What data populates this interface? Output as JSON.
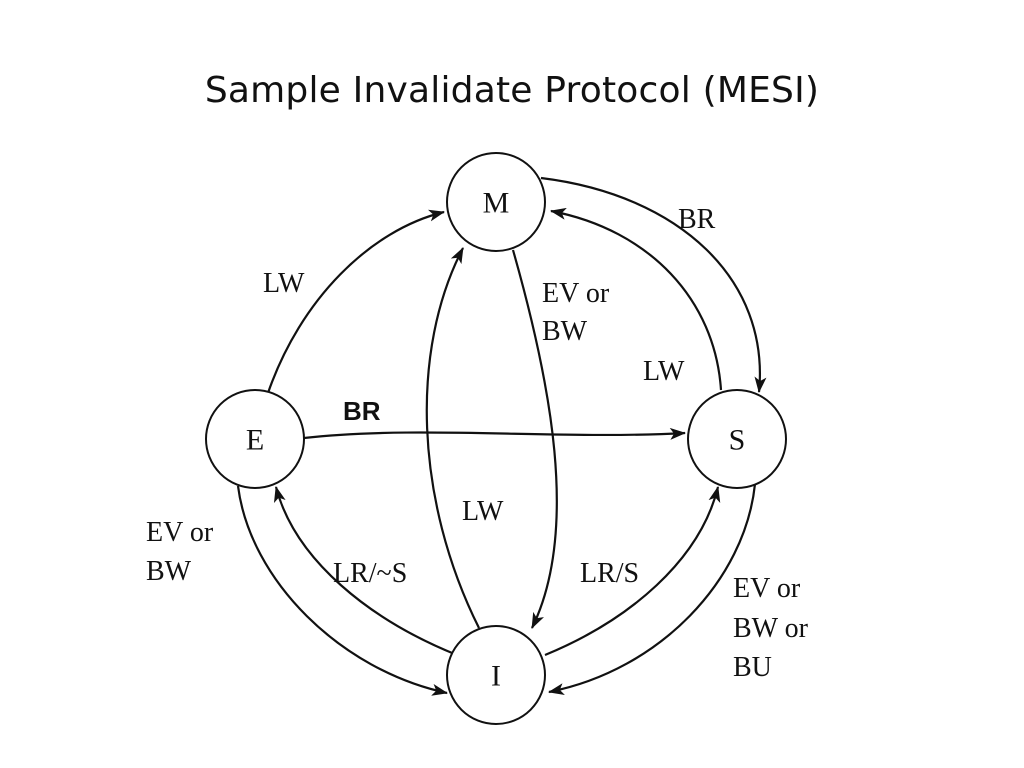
{
  "title": "Sample Invalidate Protocol (MESI)",
  "states": {
    "m": "M",
    "e": "E",
    "s": "S",
    "i": "I"
  },
  "edges": {
    "e_to_m": "LW",
    "m_to_s": "BR",
    "s_to_m": "LW",
    "m_to_i_line1": "EV or",
    "m_to_i_line2": "BW",
    "i_to_m": "LW",
    "e_to_s": "BR",
    "e_to_i_line1": "EV or",
    "e_to_i_line2": "BW",
    "i_to_e": "LR/~S",
    "i_to_s": "LR/S",
    "s_to_i_line1": "EV or",
    "s_to_i_line2": "BW or",
    "s_to_i_line3": "BU"
  },
  "colors": {
    "stroke": "#111111",
    "background": "#ffffff"
  }
}
